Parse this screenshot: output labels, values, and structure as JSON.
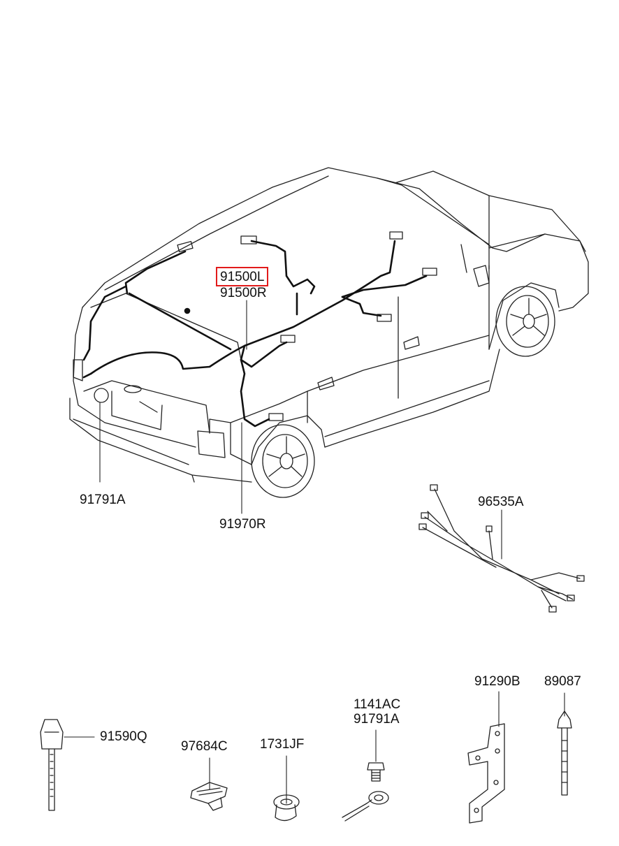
{
  "diagram": {
    "highlight_color": "#e21b1b",
    "labels": {
      "harness_l": "91500L",
      "harness_r": "91500R",
      "cap": "91791A",
      "ground": "91970R",
      "antenna_cable": "96535A",
      "bracket": "91290B",
      "clip_b": "89087",
      "bolt_a": "1141AC",
      "bolt_b": "91791A",
      "tie_q": "91590Q",
      "clip_c": "97684C",
      "grommet": "1731JF"
    }
  }
}
